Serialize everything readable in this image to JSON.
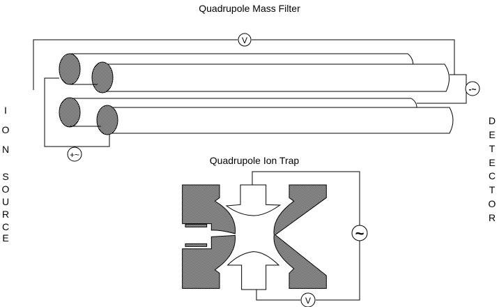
{
  "mass_filter": {
    "title": "Quadrupole Mass Filter",
    "dc_symbol": "V",
    "rf_symbol_right": "-~",
    "rf_symbol_left": "+~"
  },
  "ion_trap": {
    "title": "Quadrupole Ion Trap",
    "rf_symbol": "~",
    "dc_symbol": "V"
  },
  "side_labels": {
    "ion_source": [
      "I",
      "O",
      "N",
      "",
      "S",
      "O",
      "U",
      "R",
      "C",
      "E"
    ],
    "detector": [
      "D",
      "E",
      "T",
      "E",
      "C",
      "T",
      "O",
      "R"
    ]
  },
  "colors": {
    "stroke": "#000000",
    "fill_pattern": "#808080"
  }
}
